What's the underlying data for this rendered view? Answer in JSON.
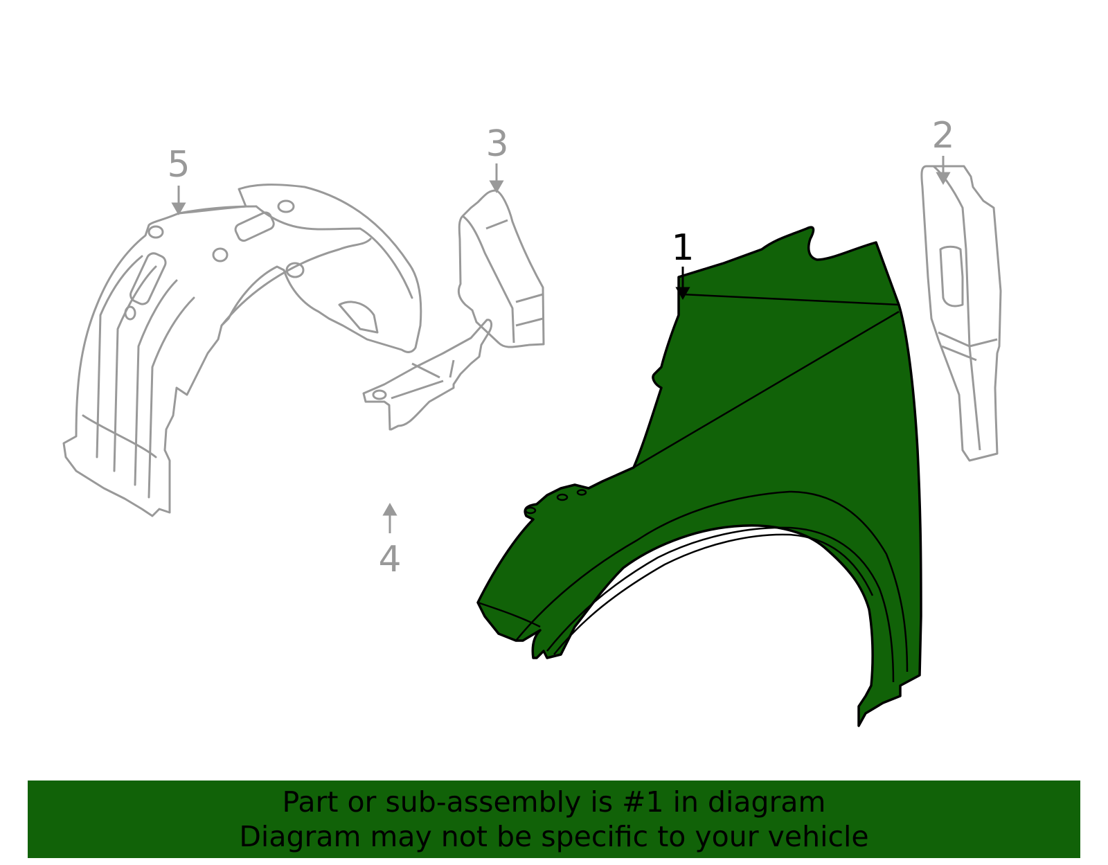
{
  "diagram": {
    "colors": {
      "highlight_fill": "#116208",
      "highlight_stroke": "#000000",
      "muted_stroke": "#999999",
      "background": "#ffffff"
    },
    "callouts": [
      {
        "number": "1",
        "label": "callout-1",
        "highlighted": true
      },
      {
        "number": "2",
        "label": "callout-2",
        "highlighted": false
      },
      {
        "number": "3",
        "label": "callout-3",
        "highlighted": false
      },
      {
        "number": "4",
        "label": "callout-4",
        "highlighted": false
      },
      {
        "number": "5",
        "label": "callout-5",
        "highlighted": false
      }
    ],
    "parts": [
      {
        "id": 1,
        "name": "fender",
        "highlighted": true
      },
      {
        "id": 2,
        "name": "fender-side-bracket",
        "highlighted": false
      },
      {
        "id": 3,
        "name": "fender-insulator",
        "highlighted": false
      },
      {
        "id": 4,
        "name": "fender-bracket",
        "highlighted": false
      },
      {
        "id": 5,
        "name": "fender-liner",
        "highlighted": false
      }
    ]
  },
  "banner": {
    "line1": "Part or sub-assembly is #1 in diagram",
    "line2": "Diagram may not be specific to your vehicle",
    "background": "#116208"
  }
}
